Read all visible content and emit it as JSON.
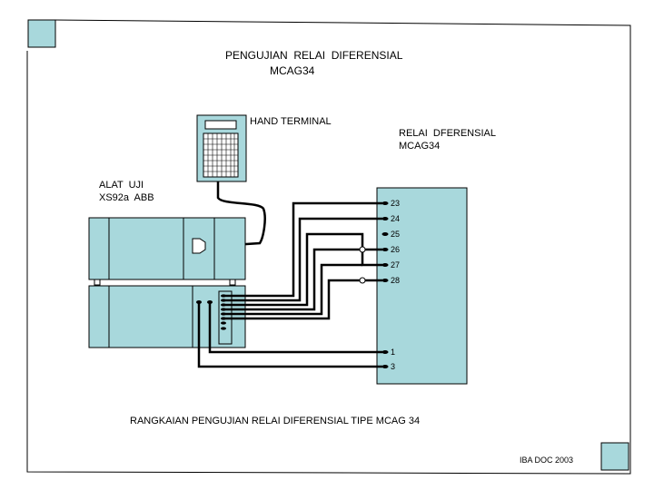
{
  "title": {
    "line1": "PENGUJIAN  RELAI  DIFERENSIAL",
    "line2": "MCAG34"
  },
  "hand_terminal": {
    "label": "HAND TERMINAL"
  },
  "relay": {
    "label_line1": "RELAI  DFERENSIAL",
    "label_line2": "MCAG34",
    "terminals": [
      "23",
      "24",
      "25",
      "26",
      "27",
      "28",
      "1",
      "3"
    ]
  },
  "test_set": {
    "label_line1": "ALAT  UJI",
    "label_line2": "XS92a  ABB"
  },
  "caption": "RANGKAIAN PENGUJIAN RELAI DIFERENSIAL TIPE MCAG 34",
  "doc_ref": "IBA DOC 2003",
  "colors": {
    "accent_box": "#a8d8dc",
    "line": "#000000",
    "equipment_fill": "#a8d8dc"
  }
}
